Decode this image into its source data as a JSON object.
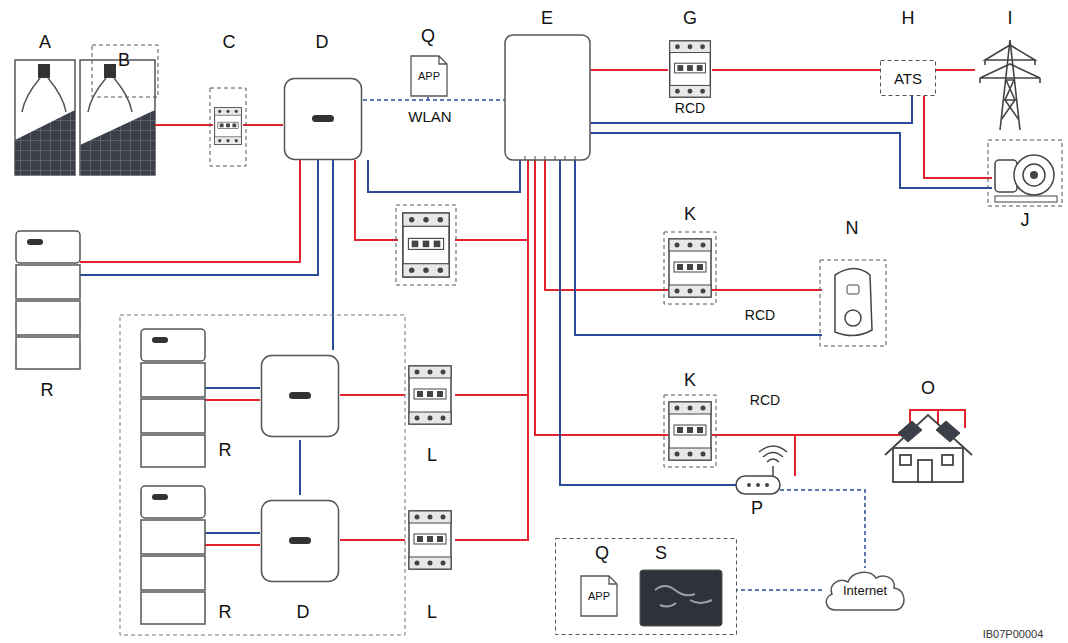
{
  "diagram": {
    "nodes": [
      {
        "text": [
          "APP"
        ]
      },
      {
        "text": [
          "ATS"
        ]
      },
      {
        "text": [
          "Q",
          "S"
        ]
      },
      {
        "text": [
          "APP"
        ],
        "in": 2
      },
      {
        "text": [
          "Internet"
        ]
      }
    ],
    "edges": [
      {
        "from": 4,
        "to": 2,
        "arrow": "none"
      }
    ],
    "labels": [
      "A",
      "B",
      "C",
      "D",
      "Q",
      "WLAN",
      "E",
      "G",
      "RCD",
      "H",
      "I",
      "J",
      "R",
      "K",
      "RCD",
      "N",
      "K",
      "RCD",
      "O",
      "R",
      "L",
      "P",
      "R",
      "D",
      "L",
      "IB07P00004"
    ]
  }
}
